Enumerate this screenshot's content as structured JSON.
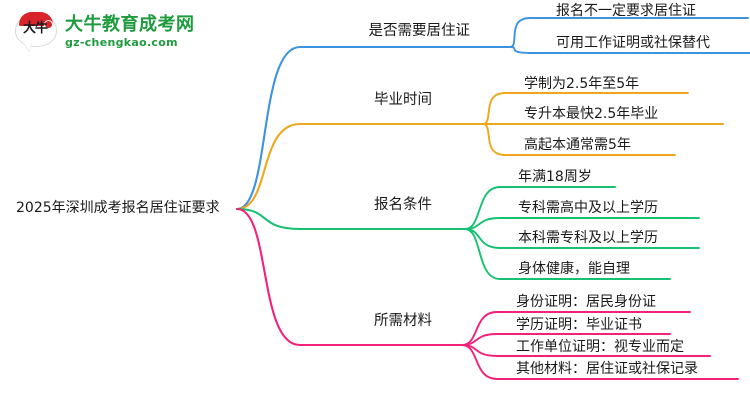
{
  "watermark": {
    "mark_text": "大牛",
    "title": "大牛教育成考网",
    "subtitle": "gz-chengkao.com",
    "brand_color": "#1f9b3f",
    "mark_color": "#d8232a"
  },
  "mindmap": {
    "root": {
      "label": "2025年深圳成考报名居住证要求"
    },
    "branches": [
      {
        "label": "是否需要居住证",
        "color": "#3d93e0",
        "children": [
          {
            "label": "报名不一定要求居住证"
          },
          {
            "label": "可用工作证明或社保替代"
          }
        ]
      },
      {
        "label": "毕业时间",
        "color": "#efa81c",
        "children": [
          {
            "label": "学制为2.5年至5年"
          },
          {
            "label": "专升本最快2.5年毕业"
          },
          {
            "label": "高起本通常需5年"
          }
        ]
      },
      {
        "label": "报名条件",
        "color": "#16c172",
        "children": [
          {
            "label": "年满18周岁"
          },
          {
            "label": "专科需高中及以上学历"
          },
          {
            "label": "本科需专科及以上学历"
          },
          {
            "label": "身体健康，能自理"
          }
        ]
      },
      {
        "label": "所需材料",
        "color": "#f3217b",
        "children": [
          {
            "label": "身份证明：居民身份证"
          },
          {
            "label": "学历证明：毕业证书"
          },
          {
            "label": "工作单位证明：视专业而定"
          },
          {
            "label": "其他材料：居住证或社保记录"
          }
        ]
      }
    ]
  }
}
